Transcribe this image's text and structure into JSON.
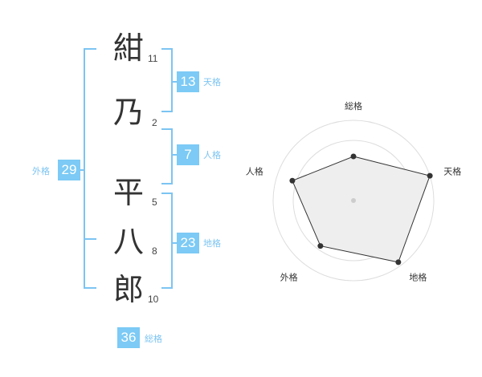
{
  "name": {
    "characters": [
      {
        "char": "紺",
        "strokes": "11"
      },
      {
        "char": "乃",
        "strokes": "2"
      },
      {
        "char": "平",
        "strokes": "5"
      },
      {
        "char": "八",
        "strokes": "8"
      },
      {
        "char": "郎",
        "strokes": "10"
      }
    ]
  },
  "fortunes": {
    "tenkaku": {
      "label": "天格",
      "value": "13"
    },
    "jinkaku": {
      "label": "人格",
      "value": "7"
    },
    "chikaku": {
      "label": "地格",
      "value": "23"
    },
    "gaikaku": {
      "label": "外格",
      "value": "29"
    },
    "soukaku": {
      "label": "総格",
      "value": "36"
    }
  },
  "colors": {
    "accent": "#7ccaf5",
    "bracket": "#7cc4f2",
    "radar_fill": "#eeeeee",
    "radar_line": "#333333"
  },
  "chart_data": {
    "type": "radar",
    "axes": [
      "総格",
      "天格",
      "地格",
      "外格",
      "人格"
    ],
    "values": [
      0.55,
      1.0,
      0.95,
      0.7,
      0.8
    ],
    "range": [
      0,
      1
    ],
    "rings": 4
  }
}
